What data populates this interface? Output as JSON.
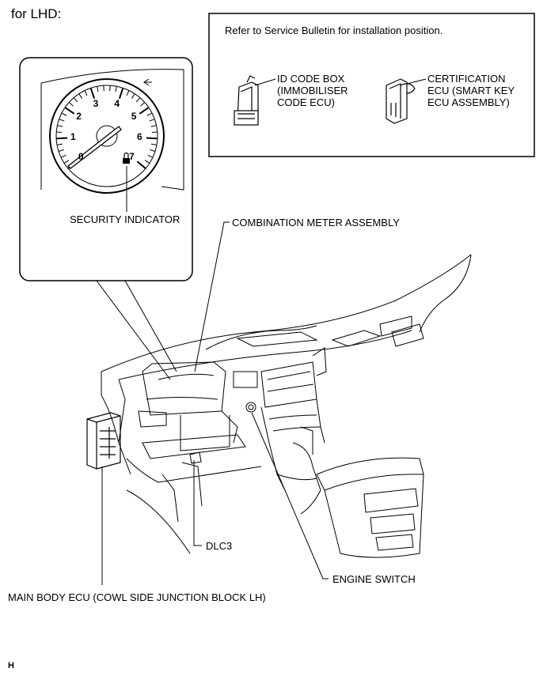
{
  "header": {
    "title": "for LHD:"
  },
  "info_box": {
    "note": "Refer to Service Bulletin for installation position.",
    "id_code_box_label": "ID CODE BOX\n(IMMOBILISER\nCODE ECU)",
    "certification_ecu_label": "CERTIFICATION\nECU (SMART KEY\nECU ASSEMBLY)"
  },
  "gauge": {
    "tick_labels": [
      "0",
      "1",
      "2",
      "3",
      "4",
      "5",
      "6",
      "7"
    ]
  },
  "labels": {
    "security_indicator": "SECURITY INDICATOR",
    "combination_meter": "COMBINATION METER ASSEMBLY",
    "dlc3": "DLC3",
    "engine_switch": "ENGINE SWITCH",
    "main_body_ecu": "MAIN BODY ECU (COWL SIDE JUNCTION BLOCK LH)"
  },
  "footer": {
    "code": "H"
  }
}
